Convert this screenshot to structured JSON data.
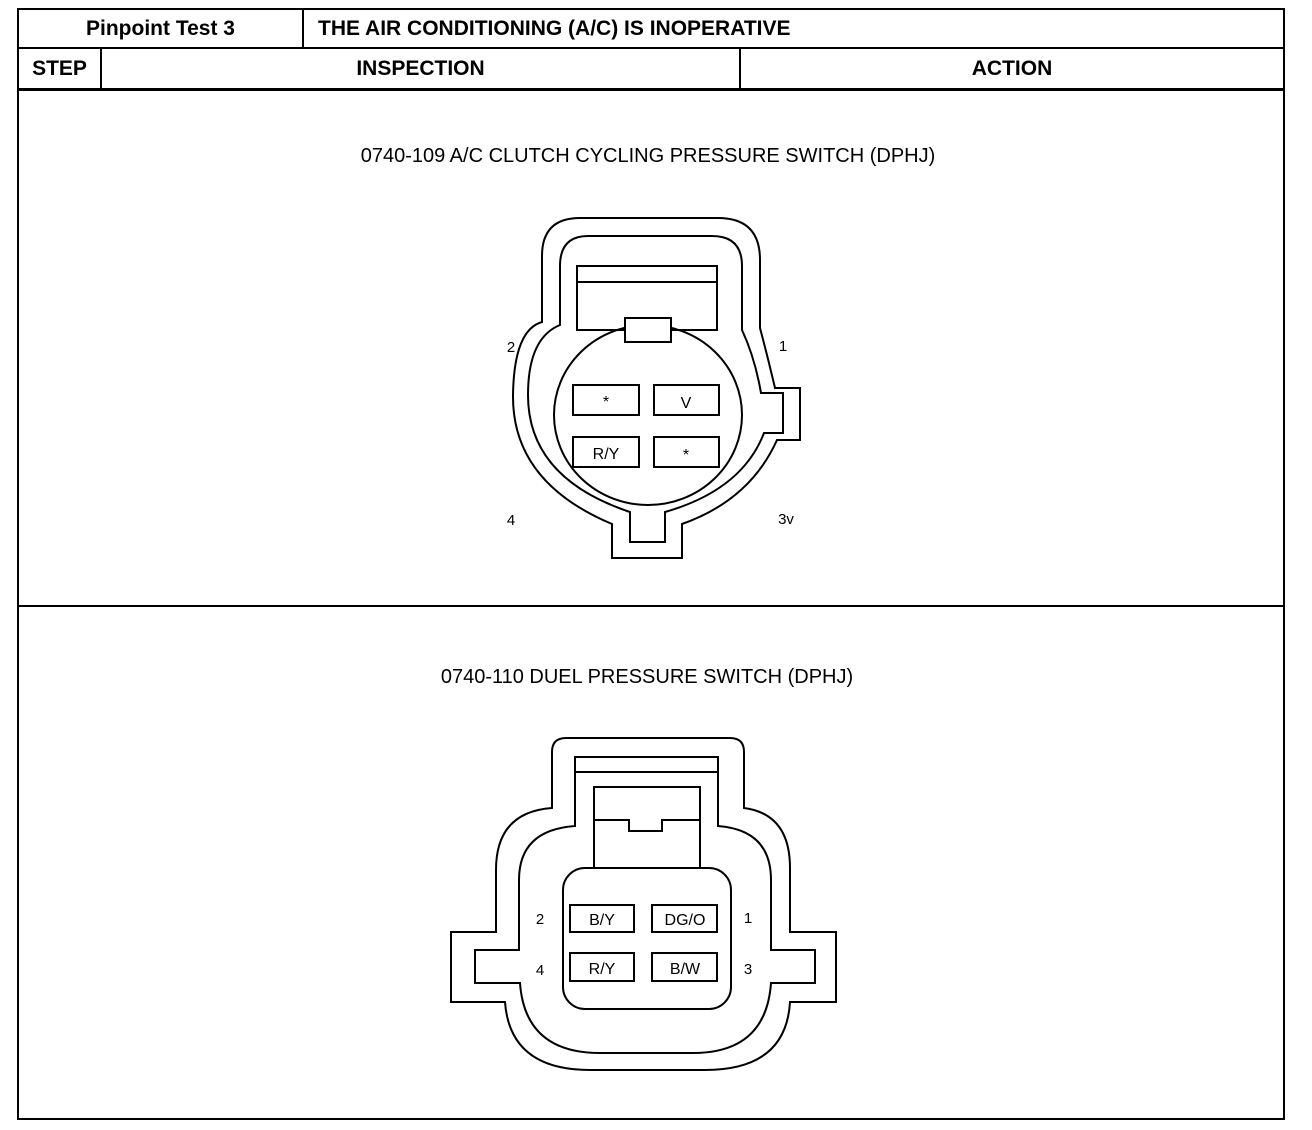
{
  "header": {
    "test_name": "Pinpoint Test 3",
    "title": "THE AIR CONDITIONING (A/C) IS INOPERATIVE",
    "col_step": "STEP",
    "col_inspection": "INSPECTION",
    "col_action": "ACTION"
  },
  "connector1": {
    "caption": "0740-109 A/C CLUTCH CYCLING PRESSURE SWITCH (DPHJ)",
    "pin_labels": {
      "p1": "1",
      "p2": "2",
      "p3": "3v",
      "p4": "4"
    },
    "cavities": {
      "top_left": "*",
      "top_right": "V",
      "bottom_left": "R/Y",
      "bottom_right": "*"
    }
  },
  "connector2": {
    "caption": "0740-110 DUEL PRESSURE SWITCH (DPHJ)",
    "pin_labels": {
      "p1": "1",
      "p2": "2",
      "p3": "3",
      "p4": "4"
    },
    "cavities": {
      "top_left": "B/Y",
      "top_right": "DG/O",
      "bottom_left": "R/Y",
      "bottom_right": "B/W"
    }
  }
}
